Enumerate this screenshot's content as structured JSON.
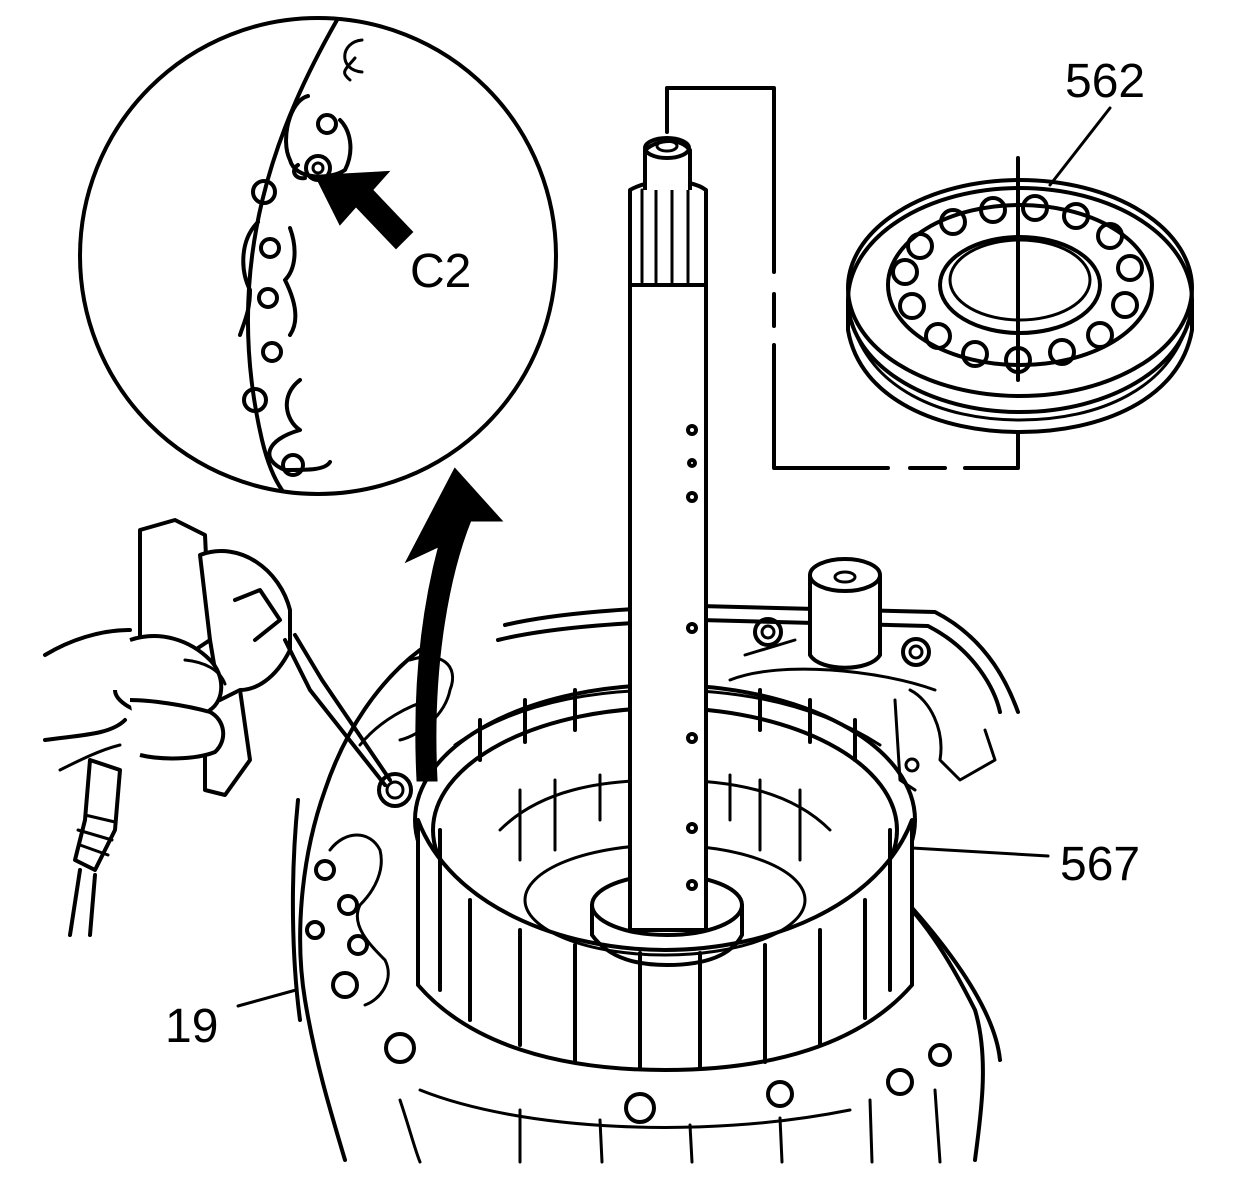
{
  "callouts": {
    "shaft_seal": "562",
    "clutch_housing": "567",
    "case": "19",
    "detail_passage": "C2"
  },
  "colors": {
    "line": "#000000",
    "background": "#ffffff"
  }
}
